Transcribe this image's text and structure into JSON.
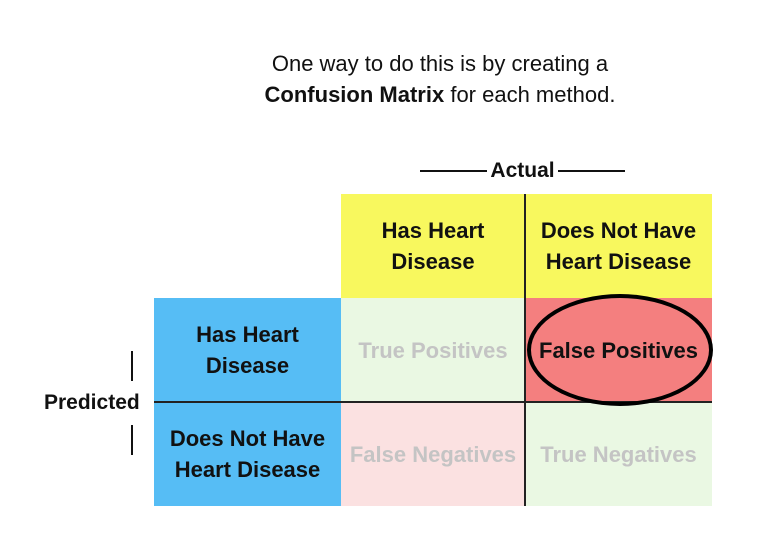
{
  "caption": {
    "line1": "One way to do this is by creating a",
    "line2_bold": "Confusion Matrix",
    "line2_rest": " for each method."
  },
  "matrix": {
    "actual_label": "Actual",
    "predicted_label": "Predicted",
    "col_headers": [
      "Has Heart Disease",
      "Does Not Have Heart Disease"
    ],
    "row_headers": [
      "Has Heart Disease",
      "Does Not Have Heart Disease"
    ],
    "cells": {
      "true_positives": "True Positives",
      "false_positives": "False Positives",
      "false_negatives": "False Negatives",
      "true_negatives": "True Negatives"
    },
    "highlighted_cell": "False Positives"
  },
  "colors": {
    "header_yellow": "#f8f85e",
    "header_blue": "#56bdf5",
    "highlight_red": "#f47f7f",
    "faded_green": "#eaf8e3",
    "faded_pink": "#fbe1e1",
    "faded_text": "#c4c4c4"
  }
}
